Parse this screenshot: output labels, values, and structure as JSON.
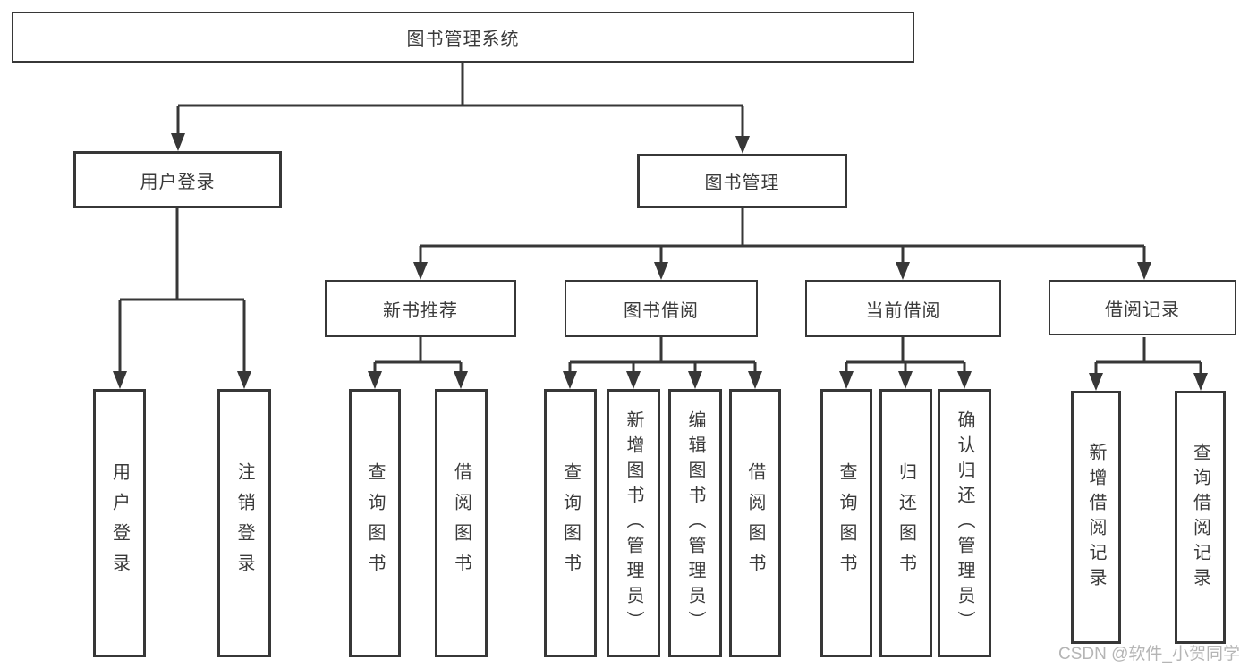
{
  "tree": {
    "root": {
      "label": "图书管理系统"
    },
    "level2": [
      {
        "label": "用户登录"
      },
      {
        "label": "图书管理"
      }
    ],
    "level3": [
      {
        "label": "新书推荐"
      },
      {
        "label": "图书借阅"
      },
      {
        "label": "当前借阅"
      },
      {
        "label": "借阅记录"
      }
    ],
    "leaves": {
      "login": [
        "用户登录",
        "注销登录"
      ],
      "new_book": [
        "查询图书",
        "借阅图书"
      ],
      "borrow": [
        "查询图书",
        "新增图书（管理员）",
        "编辑图书（管理员）",
        "借阅图书"
      ],
      "current": [
        "查询图书",
        "归还图书",
        "确认归还（管理员）"
      ],
      "record": [
        "新增借阅记录",
        "查询借阅记录"
      ]
    }
  },
  "watermark": {
    "text": "CSDN @软件_小贺同学",
    "color": "#b5b5b5"
  },
  "colors": {
    "line": "#373737",
    "box_border": "#373737",
    "text": "#3a3a3a",
    "background": "#ffffff"
  }
}
